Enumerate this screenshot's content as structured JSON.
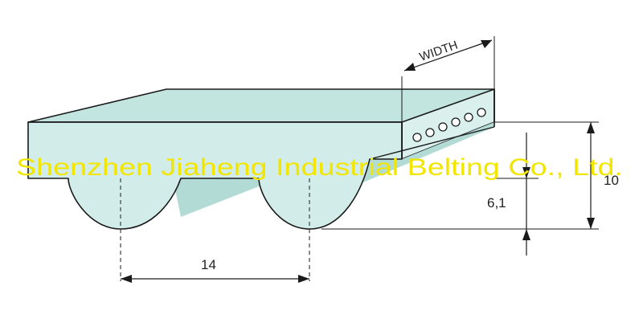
{
  "diagram": {
    "dimension_labels": {
      "width": "WIDTH",
      "pitch": "14",
      "total_height": "10",
      "tooth_height": "6,1"
    },
    "watermark": "Shenzhen Jiaheng Industrial Belting Co., Ltd.",
    "colors": {
      "belt_fill": "#d2ede9",
      "belt_top": "#c3e5e0",
      "belt_shade": "#b2dbd5",
      "outline": "#1a1a1a",
      "watermark": "#f2e600"
    }
  }
}
